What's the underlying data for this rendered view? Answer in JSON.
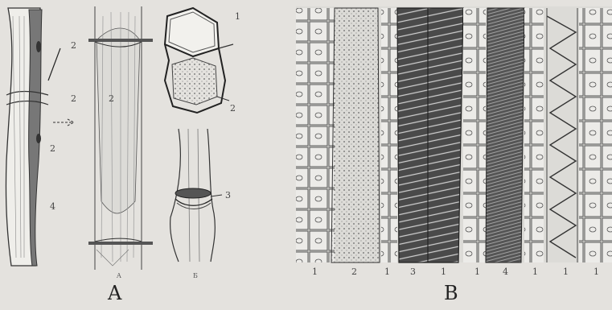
{
  "panel_a": {
    "caption": "A",
    "labels": {
      "l1": "1",
      "l2a": "2",
      "l2b": "2",
      "l2c": "2",
      "l2d": "2",
      "l2e": "2",
      "l3": "3",
      "l4": "4",
      "sub_a": "A",
      "sub_b": "Б"
    }
  },
  "panel_b": {
    "caption": "B",
    "bottom_labels": [
      "1",
      "2",
      "1",
      "3",
      "1",
      "1",
      "4",
      "1",
      "1",
      "1"
    ]
  }
}
